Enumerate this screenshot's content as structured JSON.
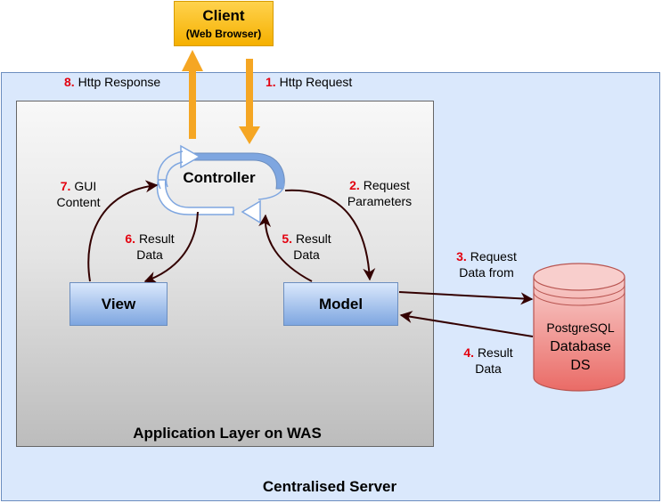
{
  "client": {
    "title": "Client",
    "subtitle": "(Web Browser)"
  },
  "server": {
    "title": "Centralised Server"
  },
  "app_layer": {
    "title": "Application Layer on WAS"
  },
  "controller": {
    "label": "Controller"
  },
  "view": {
    "label": "View"
  },
  "model": {
    "label": "Model"
  },
  "database": {
    "line1": "PostgreSQL",
    "line2": "Database",
    "line3": "DS"
  },
  "steps": [
    {
      "num": "1.",
      "text": "Http Request"
    },
    {
      "num": "2.",
      "text": "Request",
      "text2": "Parameters"
    },
    {
      "num": "3.",
      "text": "Request",
      "text2": "Data from"
    },
    {
      "num": "4.",
      "text": "Result",
      "text2": "Data"
    },
    {
      "num": "5.",
      "text": "Result",
      "text2": "Data"
    },
    {
      "num": "6.",
      "text": "Result",
      "text2": "Data"
    },
    {
      "num": "7.",
      "text": "GUI",
      "text2": "Content"
    },
    {
      "num": "8.",
      "text": "Http Response"
    }
  ],
  "colors": {
    "server_fill": "#dae8fc",
    "client_fill": "#ffcd28",
    "node_fill": "#7ea6e0",
    "db_fill": "#f8cecc",
    "arrow_dark": "#330000",
    "step_number": "#e3000f"
  }
}
